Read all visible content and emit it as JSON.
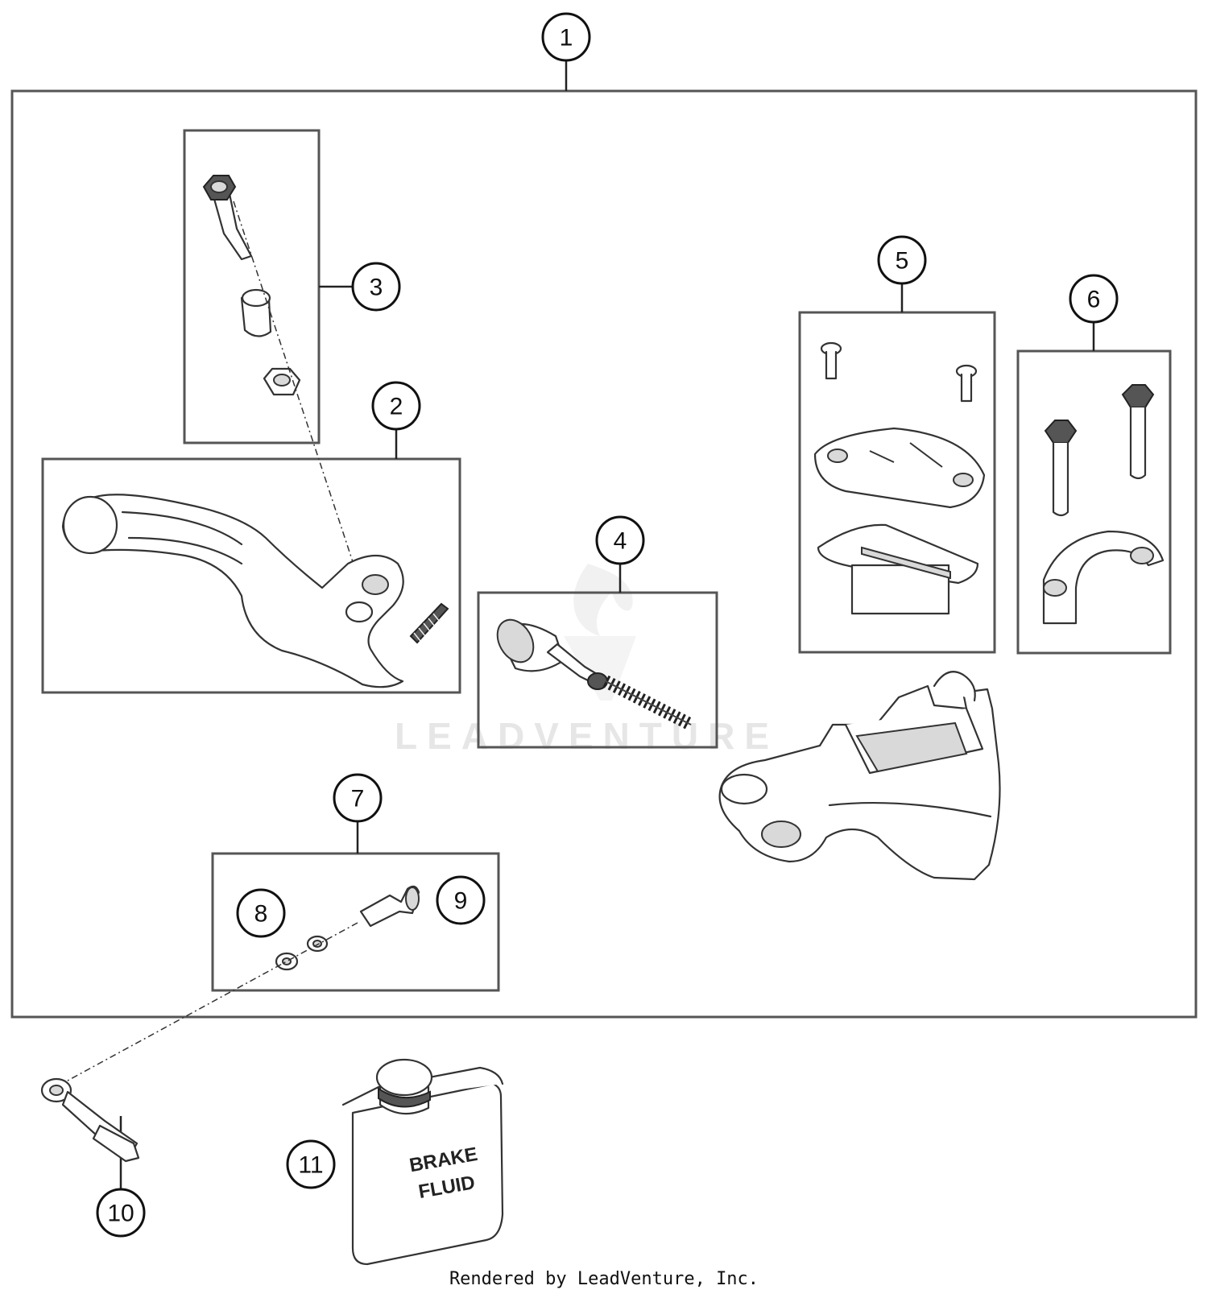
{
  "callouts": [
    {
      "id": "1",
      "label": "1"
    },
    {
      "id": "2",
      "label": "2"
    },
    {
      "id": "3",
      "label": "3"
    },
    {
      "id": "4",
      "label": "4"
    },
    {
      "id": "5",
      "label": "5"
    },
    {
      "id": "6",
      "label": "6"
    },
    {
      "id": "7",
      "label": "7"
    },
    {
      "id": "8",
      "label": "8"
    },
    {
      "id": "9",
      "label": "9"
    },
    {
      "id": "10",
      "label": "10"
    },
    {
      "id": "11",
      "label": "11"
    }
  ],
  "bottle_label": {
    "line1": "BRAKE",
    "line2": "FLUID"
  },
  "watermark": "LEADVENTURE",
  "credit": "Rendered by LeadVenture, Inc.",
  "colors": {
    "line": "#333333",
    "frame": "#555555",
    "watermark": "#e6e6e6"
  }
}
